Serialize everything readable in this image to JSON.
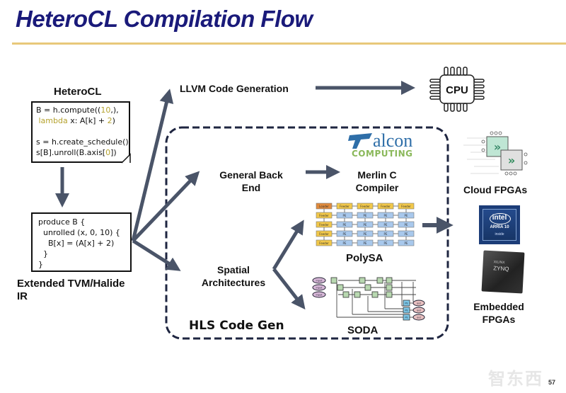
{
  "slide": {
    "title": "HeteroCL Compilation Flow",
    "page_number": "57",
    "watermark": "智东西"
  },
  "heterocl": {
    "heading": "HeteroCL",
    "code_lines": [
      {
        "pre": "B = h.compute((",
        "kw1": "10",
        "post": ",),"
      },
      {
        "pre": " ",
        "kw1": "lambda",
        "post": " x: A[k] + ",
        "kw2": "2",
        "end": ")"
      },
      {
        "pre": ""
      },
      {
        "pre": "s = h.create_schedule()"
      },
      {
        "pre": "s[B].unroll(B.axis[",
        "kw1": "0",
        "post": "])"
      }
    ]
  },
  "ir": {
    "code": "produce B {\n  unrolled (x, 0, 10) {\n    B[x] = (A[x] + 2)\n  }\n}",
    "label_line1": "Extended TVM/Halide",
    "label_line2": "IR"
  },
  "flow": {
    "llvm": "LLVM Code Generation",
    "general_backend_line1": "General Back",
    "general_backend_line2": "End",
    "spatial_line1": "Spatial",
    "spatial_line2": "Architectures",
    "hls_code_gen": "HLS Code Gen"
  },
  "targets": {
    "cpu": "CPU",
    "falcon_word": "alcon",
    "falcon_sub": "COMPUTING",
    "merlin_line1": "Merlin C",
    "merlin_line2": "Compiler",
    "polysa": "PolySA",
    "soda": "SODA",
    "cloud_fpgas": "Cloud FPGAs",
    "intel_brand": "intel",
    "intel_product": "ARRIA 10",
    "intel_inside": "inside",
    "xilinx_brand": "XILINX",
    "xilinx_product": "ZYNQ",
    "embedded_line1": "Embedded",
    "embedded_line2": "FPGAs"
  },
  "polysa_grid": {
    "corner": "Loader",
    "edge": "Feeder",
    "cell": "PE",
    "rows": 5,
    "cols": 5
  },
  "soda_diagram": {
    "inputs": [
      "input",
      "input",
      "input"
    ],
    "outputs": [
      "out",
      "out",
      "out"
    ],
    "pe_label": "PE"
  },
  "colors": {
    "title": "#1a1a7a",
    "title_rule": "#e8c87a",
    "arrow": "#4a5468",
    "dashed_box": "#1e2540",
    "code_keyword": "#b5a22e",
    "loader": "#e08a3c",
    "feeder": "#f2c84a",
    "pe": "#a8c8ec",
    "falcon_blue": "#2e6ea8",
    "falcon_green": "#8ab85a",
    "intel_blue": "#1c3d78"
  }
}
